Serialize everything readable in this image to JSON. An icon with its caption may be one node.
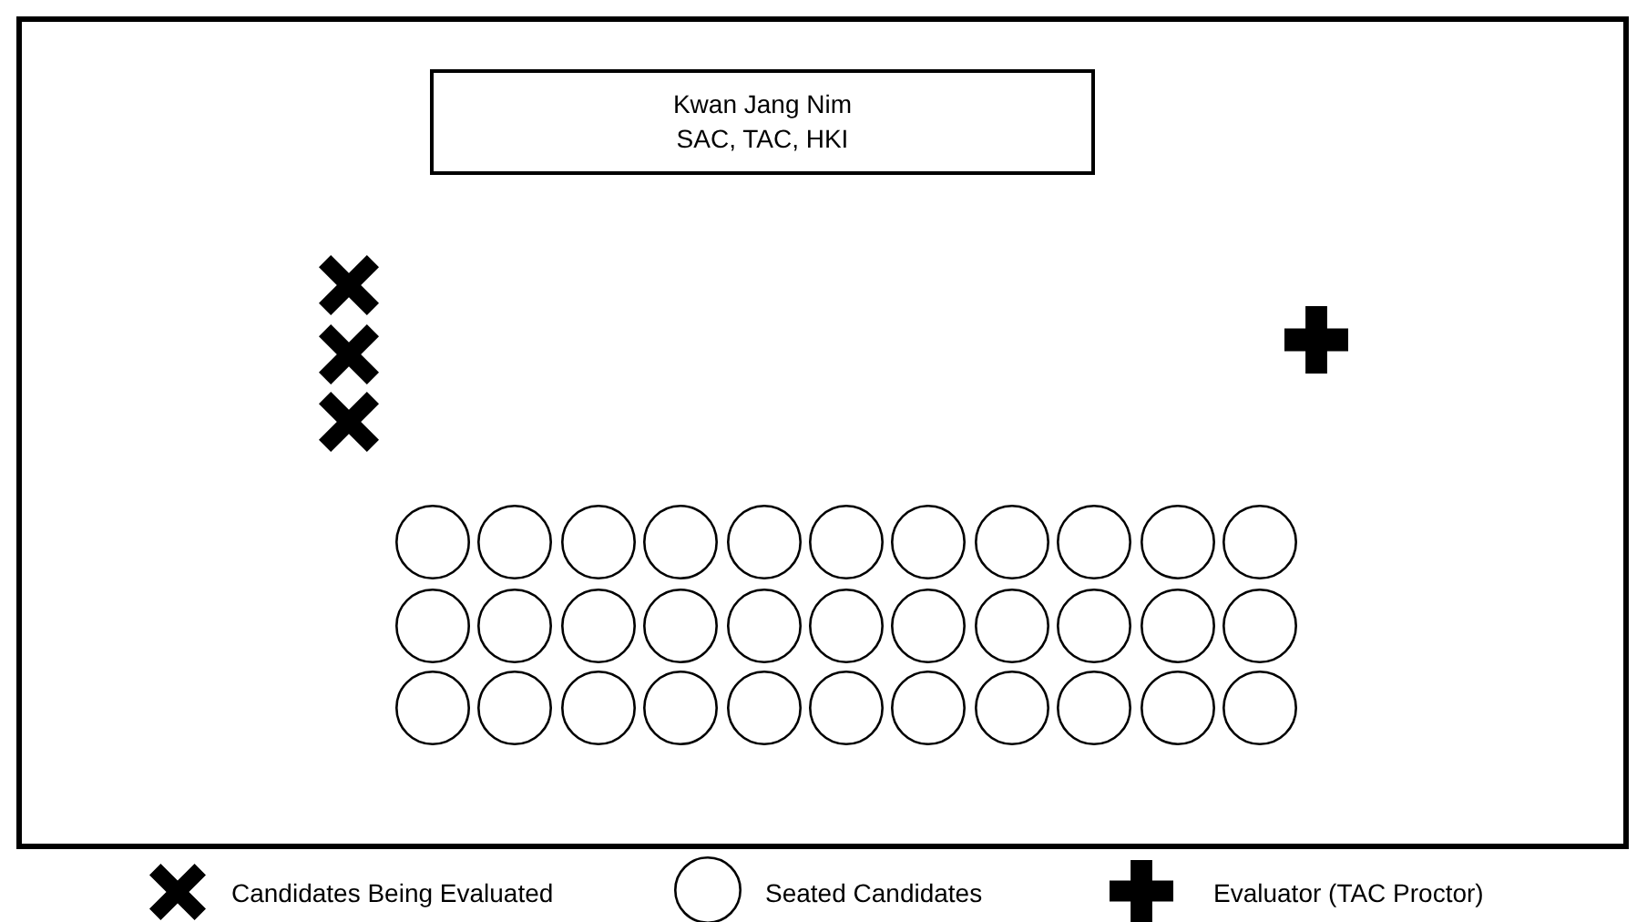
{
  "diagram": {
    "nodes": [
      {
        "text": [
          "Kwan Jang Nim",
          "SAC, TAC, HKI"
        ]
      },
      {
        "text": [],
        "shape": "cross"
      },
      {
        "text": [],
        "shape": "cross"
      },
      {
        "text": [],
        "shape": "cross"
      },
      {
        "text": [],
        "shape": "plus"
      },
      {
        "text": [],
        "shape": "circle"
      },
      {
        "text": [],
        "shape": "circle"
      },
      {
        "text": [],
        "shape": "circle"
      },
      {
        "text": [],
        "shape": "circle"
      },
      {
        "text": [],
        "shape": "circle"
      },
      {
        "text": [],
        "shape": "circle"
      },
      {
        "text": [],
        "shape": "circle"
      },
      {
        "text": [],
        "shape": "circle"
      },
      {
        "text": [],
        "shape": "circle"
      },
      {
        "text": [],
        "shape": "circle"
      },
      {
        "text": [],
        "shape": "circle"
      },
      {
        "text": [],
        "shape": "circle"
      },
      {
        "text": [],
        "shape": "circle"
      },
      {
        "text": [],
        "shape": "circle"
      },
      {
        "text": [],
        "shape": "circle"
      },
      {
        "text": [],
        "shape": "circle"
      },
      {
        "text": [],
        "shape": "circle"
      },
      {
        "text": [],
        "shape": "circle"
      },
      {
        "text": [],
        "shape": "circle"
      },
      {
        "text": [],
        "shape": "circle"
      },
      {
        "text": [],
        "shape": "circle"
      },
      {
        "text": [],
        "shape": "circle"
      },
      {
        "text": [],
        "shape": "circle"
      },
      {
        "text": [],
        "shape": "circle"
      },
      {
        "text": [],
        "shape": "circle"
      },
      {
        "text": [],
        "shape": "circle"
      },
      {
        "text": [],
        "shape": "circle"
      },
      {
        "text": [],
        "shape": "circle"
      },
      {
        "text": [],
        "shape": "circle"
      },
      {
        "text": [],
        "shape": "circle"
      },
      {
        "text": [],
        "shape": "circle"
      },
      {
        "text": [],
        "shape": "circle"
      },
      {
        "text": [],
        "shape": "circle"
      }
    ],
    "legend": [
      {
        "text": "Candidates Being Evaluated"
      },
      {
        "text": "Seated Candidates"
      },
      {
        "text": "Evaluator (TAC Proctor)"
      }
    ]
  }
}
